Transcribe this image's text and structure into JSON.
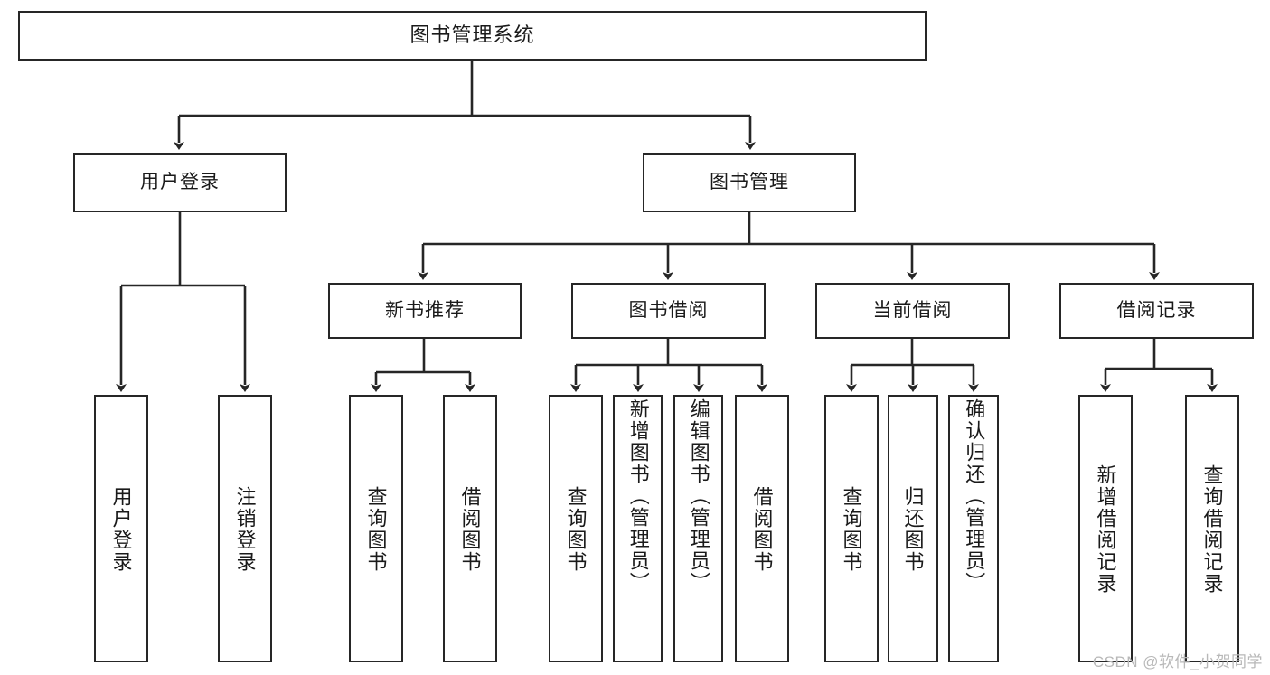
{
  "diagram": {
    "title": "图书管理系统",
    "type": "tree-hierarchy-chart",
    "root": {
      "id": "root",
      "label": "图书管理系统"
    },
    "level1": [
      {
        "id": "user-login",
        "label": "用户登录"
      },
      {
        "id": "book-manage",
        "label": "图书管理"
      }
    ],
    "level2": [
      {
        "id": "new-book-recommend",
        "label": "新书推荐"
      },
      {
        "id": "book-borrow",
        "label": "图书借阅"
      },
      {
        "id": "current-borrow",
        "label": "当前借阅"
      },
      {
        "id": "borrow-record",
        "label": "借阅记录"
      }
    ],
    "leaves": [
      {
        "id": "leaf-user-login",
        "label": "用户登录",
        "parent": "user-login"
      },
      {
        "id": "leaf-user-logout",
        "label": "注销登录",
        "parent": "user-login"
      },
      {
        "id": "leaf-query-book-1",
        "label": "查询图书",
        "parent": "new-book-recommend"
      },
      {
        "id": "leaf-borrow-book-1",
        "label": "借阅图书",
        "parent": "new-book-recommend"
      },
      {
        "id": "leaf-query-book-2",
        "label": "查询图书",
        "parent": "book-borrow"
      },
      {
        "id": "leaf-add-book",
        "label": "新增图书（管理员）",
        "parent": "book-borrow"
      },
      {
        "id": "leaf-edit-book",
        "label": "编辑图书（管理员）",
        "parent": "book-borrow"
      },
      {
        "id": "leaf-borrow-book-2",
        "label": "借阅图书",
        "parent": "book-borrow"
      },
      {
        "id": "leaf-query-book-3",
        "label": "查询图书",
        "parent": "current-borrow"
      },
      {
        "id": "leaf-return-book",
        "label": "归还图书",
        "parent": "current-borrow"
      },
      {
        "id": "leaf-confirm-return",
        "label": "确认归还（管理员）",
        "parent": "current-borrow"
      },
      {
        "id": "leaf-add-record",
        "label": "新增借阅记录",
        "parent": "borrow-record"
      },
      {
        "id": "leaf-query-record",
        "label": "查询借阅记录",
        "parent": "borrow-record"
      }
    ],
    "watermark": "CSDN @软件_小贺同学",
    "colors": {
      "stroke": "#262626",
      "fill": "#ffffff",
      "text": "#1a1a1a",
      "watermark": "#b8b8b8"
    }
  }
}
